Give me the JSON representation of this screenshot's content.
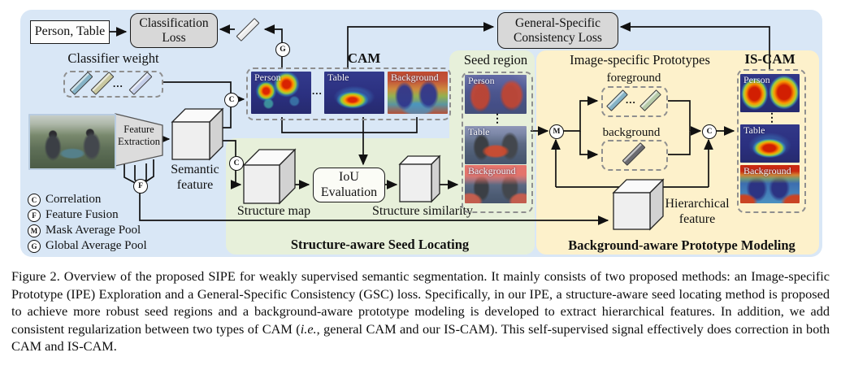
{
  "diagram": {
    "input_labels_box": "Person, Table",
    "classification_loss": "Classification\nLoss",
    "gsc_loss": "General-Specific\nConsistency Loss",
    "classifier_weight_label": "Classifier weight",
    "cam_title": "CAM",
    "cam_items": [
      "Person",
      "Table",
      "Background"
    ],
    "seed_region_title": "Seed region",
    "seed_items": [
      "Person",
      "Table",
      "Background"
    ],
    "prototypes_title": "Image-specific Prototypes",
    "foreground_label": "foreground",
    "background_label": "background",
    "iscam_title": "IS-CAM",
    "iscam_items": [
      "Person",
      "Table",
      "Background"
    ],
    "feature_extraction": "Feature\nExtraction",
    "semantic_feature": "Semantic\nfeature",
    "structure_map": "Structure map",
    "iou_evaluation": "IoU\nEvaluation",
    "structure_similarity": "Structure similarity",
    "hierarchical_feature": "Hierarchical\nfeature",
    "green_region_label": "Structure-aware Seed Locating",
    "yellow_region_label": "Background-aware Prototype Modeling",
    "ellipsis_h": "...",
    "ellipsis_v": "⋮",
    "nodes": {
      "correlation": "C",
      "fusion": "F",
      "mask_pool": "M",
      "global_pool": "G"
    },
    "legend": [
      {
        "symbol": "C",
        "text": "Correlation"
      },
      {
        "symbol": "F",
        "text": "Feature Fusion"
      },
      {
        "symbol": "M",
        "text": "Mask Average Pool"
      },
      {
        "symbol": "G",
        "text": "Global Average Pool"
      }
    ],
    "colors": {
      "blue_region": "#d9e7f6",
      "green_region": "#e7f0da",
      "yellow_region": "#fdf1cb",
      "gray_box": "#d8d8d8",
      "bar_teal": "#86b3c6",
      "bar_khaki": "#c9c8a0",
      "bar_lavender": "#c5cfe9",
      "bar_green": "#b7cba9",
      "bar_dark": "#6b6b70",
      "bar_white": "#ececec"
    }
  },
  "caption": {
    "part1": "Figure 2. Overview of the proposed SIPE for weakly supervised semantic segmentation. It mainly consists of two proposed methods: an Image-specific Prototype (IPE) Exploration and a General-Specific Consistency (GSC) loss. Specifically, in our IPE, a structure-aware seed locating method is proposed to achieve more robust seed regions and a background-aware prototype modeling is developed to extract hierarchical features. In addition, we add consistent regularization between two types of CAM (",
    "italic": "i.e.",
    "part2": ", general CAM and our IS-CAM). This self-supervised signal effectively does correction in both CAM and IS-CAM."
  }
}
